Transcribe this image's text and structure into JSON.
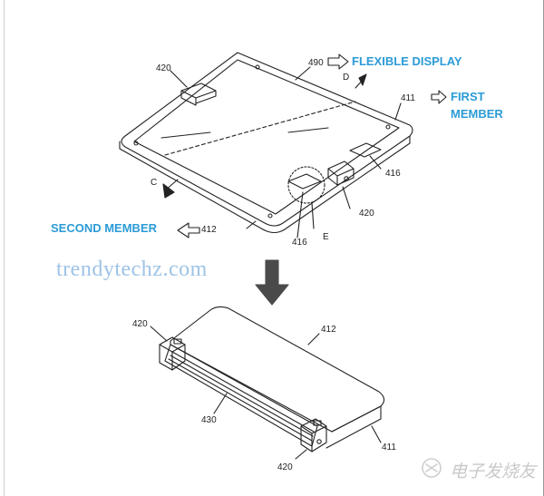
{
  "callouts": {
    "flexible_display": "FLEXIBLE DISPLAY",
    "first_member_1": "FIRST",
    "first_member_2": "MEMBER",
    "second_member": "SECOND MEMBER"
  },
  "refs_top": {
    "r420_a": "420",
    "r490": "490",
    "rD": "D",
    "r411": "411",
    "r416_a": "416",
    "rC": "C",
    "r412": "412",
    "r420_b": "420",
    "r416_b": "416",
    "rE": "E"
  },
  "refs_bottom": {
    "r420_a": "420",
    "r412": "412",
    "r430": "430",
    "r411": "411",
    "r420_b": "420"
  },
  "watermark": "trendytechz.com",
  "logo_text": "电子发烧友",
  "colors": {
    "accent": "#2b9bd6",
    "line": "#222222",
    "watermark": "#9ec3e6"
  }
}
